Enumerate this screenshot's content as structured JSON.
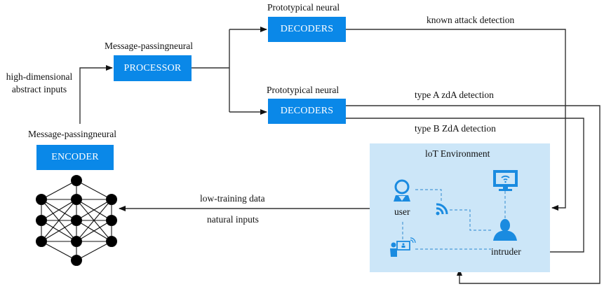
{
  "encoder": {
    "caption": "Message-passingneural",
    "label": "ENCODER"
  },
  "processor": {
    "caption": "Message-passingneural",
    "label": "PROCESSOR"
  },
  "decoder_top": {
    "caption": "Prototypical neural",
    "label": "DECODERS"
  },
  "decoder_bottom": {
    "caption": "Prototypical neural",
    "label": "DECODERS"
  },
  "edge_labels": {
    "encoder_to_processor_line1": "high-dimensional",
    "encoder_to_processor_line2": "abstract inputs",
    "known_attack": "known attack detection",
    "type_a": "type A zdA detection",
    "type_b": "type B ZdA detection",
    "low_training": "low-training data",
    "natural_inputs": "natural inputs"
  },
  "iot": {
    "title": "loT Environment",
    "user_label": "user",
    "intruder_label": "intruder",
    "icons": [
      "user-icon",
      "wifi-icon",
      "monitor-wifi-icon",
      "intruder-icon",
      "person-device-icon"
    ]
  },
  "colors": {
    "box_blue": "#0a88e8",
    "iot_bg": "#cce6f8",
    "icon_blue": "#1a8be0",
    "dash_blue": "#4a9ad8",
    "line": "#222222"
  }
}
